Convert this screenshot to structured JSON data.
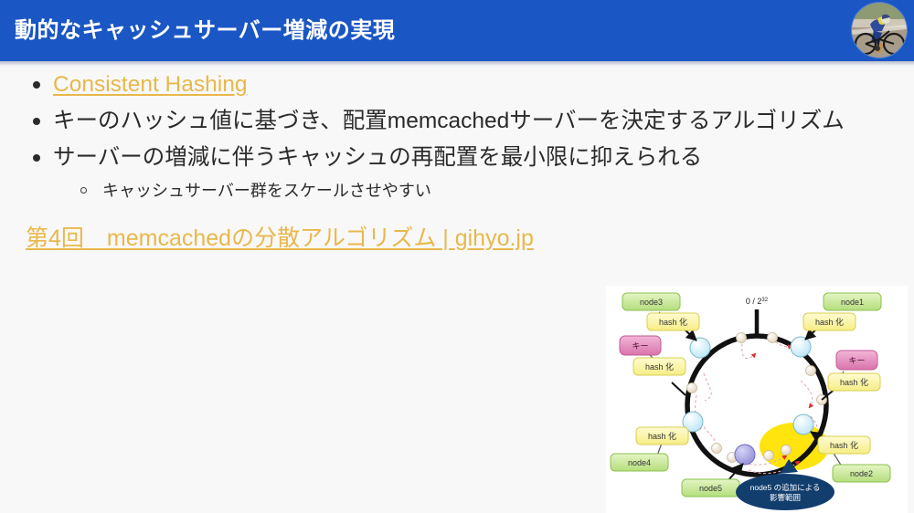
{
  "slide": {
    "title": "動的なキャッシュサーバー増減の実現",
    "header_color": "#1a56c4",
    "background_color": "#f8f8f8",
    "link_color": "#e8b84b",
    "text_color": "#2b2b2b"
  },
  "avatar": {
    "name": "profile-avatar",
    "description": "cyclist-photo"
  },
  "bullets": [
    {
      "level": 1,
      "text": "Consistent Hashing",
      "is_link": true
    },
    {
      "level": 1,
      "text": "キーのハッシュ値に基づき、配置memcachedサーバーを決定するアルゴリズム",
      "is_link": false
    },
    {
      "level": 1,
      "text": "サーバーの増減に伴うキャッシュの再配置を最小限に抑えられる",
      "is_link": false
    },
    {
      "level": 2,
      "text": "キャッシュサーバー群をスケールさせやすい",
      "is_link": false
    }
  ],
  "source_link": {
    "label": "第4回　memcachedの分散アルゴリズム | gihyo.jp"
  },
  "diagram": {
    "caption": "consistent-hashing-ring",
    "ring_top_label": "0 / 2",
    "ring_top_exponent": "32",
    "node_labels": [
      "node3",
      "node1",
      "node4",
      "node2",
      "node5"
    ],
    "hash_label": "hash 化",
    "key_label": "キー",
    "callout_line1": "node5 の追加による",
    "callout_line2": "影響範囲",
    "colors": {
      "node_box": "#c8e89a",
      "hash_box": "#fdf6a8",
      "key_box": "#e89ac8",
      "ring": "#111111",
      "node_circle": "#cdeef8",
      "new_node_circle": "#9f9ee0",
      "key_dot": "#efe2cd",
      "highlight": "#ffe000",
      "callout": "#123e6e",
      "arrow_dash": "#e0a0a8"
    }
  }
}
